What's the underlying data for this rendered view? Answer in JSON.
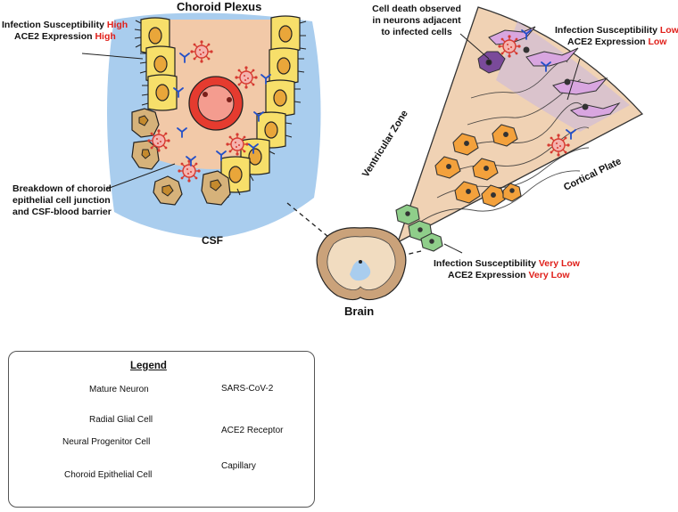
{
  "titles": {
    "choroid_plexus": "Choroid Plexus",
    "csf": "CSF",
    "brain": "Brain",
    "ventricular_zone": "Ventricular Zone",
    "cortical_plate": "Cortical Plate"
  },
  "annotations": {
    "choroid": {
      "susceptibility_label": "Infection Susceptibility",
      "susceptibility_value": "High",
      "ace2_label": "ACE2 Expression",
      "ace2_value": "High"
    },
    "breakdown": [
      "Breakdown of choroid",
      "epithelial cell junction",
      "and CSF-blood barrier"
    ],
    "cell_death": [
      "Cell death observed",
      "in neurons adjacent",
      "to infected cells"
    ],
    "cortex": {
      "susceptibility_label": "Infection Susceptibility",
      "susceptibility_value": "Low",
      "ace2_label": "ACE2 Expression",
      "ace2_value": "Low"
    },
    "vz": {
      "susceptibility_label": "Infection Susceptibility",
      "susceptibility_value": "Very Low",
      "ace2_label": "ACE2 Expression",
      "ace2_value": "Very Low"
    }
  },
  "legend": {
    "title": "Legend",
    "items": [
      {
        "icon": "mature-neuron-icon",
        "label": "Mature Neuron"
      },
      {
        "icon": "radial-glial-cell-icon",
        "label": "Radial Glial Cell"
      },
      {
        "icon": "neural-progenitor-cell-icon",
        "label": "Neural Progenitor Cell"
      },
      {
        "icon": "choroid-epithelial-cell-icon",
        "label": "Choroid Epithelial Cell"
      },
      {
        "icon": "sars-cov-2-icon",
        "label": "SARS-CoV-2"
      },
      {
        "icon": "ace2-receptor-icon",
        "label": "ACE2 Receptor"
      },
      {
        "icon": "capillary-icon",
        "label": "Capillary"
      }
    ]
  },
  "colors": {
    "csf_blue": "#a9cdee",
    "plexus_tissue": "#f2c9a8",
    "epithelial_yellow": "#f7df6a",
    "damaged_cell": "#d6b27a",
    "virus_red": "#e2453d",
    "receptor_blue": "#2450c8",
    "neuron_purple": "#d9a6e0",
    "glia_orange": "#f3a13c",
    "progenitor_green": "#8fce8a",
    "cortex_tissue": "#f0d2b4",
    "label_red": "#e0201b"
  }
}
